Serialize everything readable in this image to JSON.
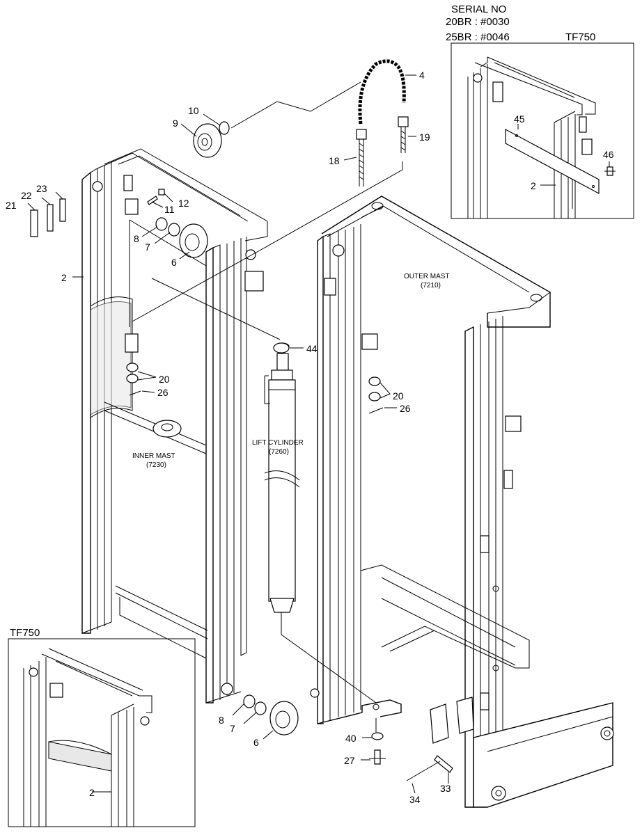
{
  "header": {
    "serial_title": "SERIAL NO",
    "serial_20br": "20BR : #0030",
    "serial_25br": "25BR : #0046"
  },
  "insets": {
    "top_right_label": "TF750",
    "bottom_left_label": "TF750"
  },
  "labels": {
    "outer_mast_name": "OUTER MAST",
    "outer_mast_code": "(7210)",
    "inner_mast_name": "INNER MAST",
    "inner_mast_code": "(7230)",
    "lift_cylinder_name": "LIFT CYLINDER",
    "lift_cylinder_code": "(7260)"
  },
  "callouts": {
    "c2_left": "2",
    "c2_inset_top": "2",
    "c2_inset_bottom": "2",
    "c4": "4",
    "c6_top": "6",
    "c6_bottom": "6",
    "c7_top": "7",
    "c7_bottom": "7",
    "c8_top": "8",
    "c8_bottom": "8",
    "c9": "9",
    "c10": "10",
    "c11": "11",
    "c12": "12",
    "c18": "18",
    "c19": "19",
    "c20_left": "20",
    "c20_right": "20",
    "c21": "21",
    "c22": "22",
    "c23": "23",
    "c26_left": "26",
    "c26_right": "26",
    "c27": "27",
    "c33": "33",
    "c34": "34",
    "c40": "40",
    "c44": "44",
    "c45": "45",
    "c46": "46"
  }
}
